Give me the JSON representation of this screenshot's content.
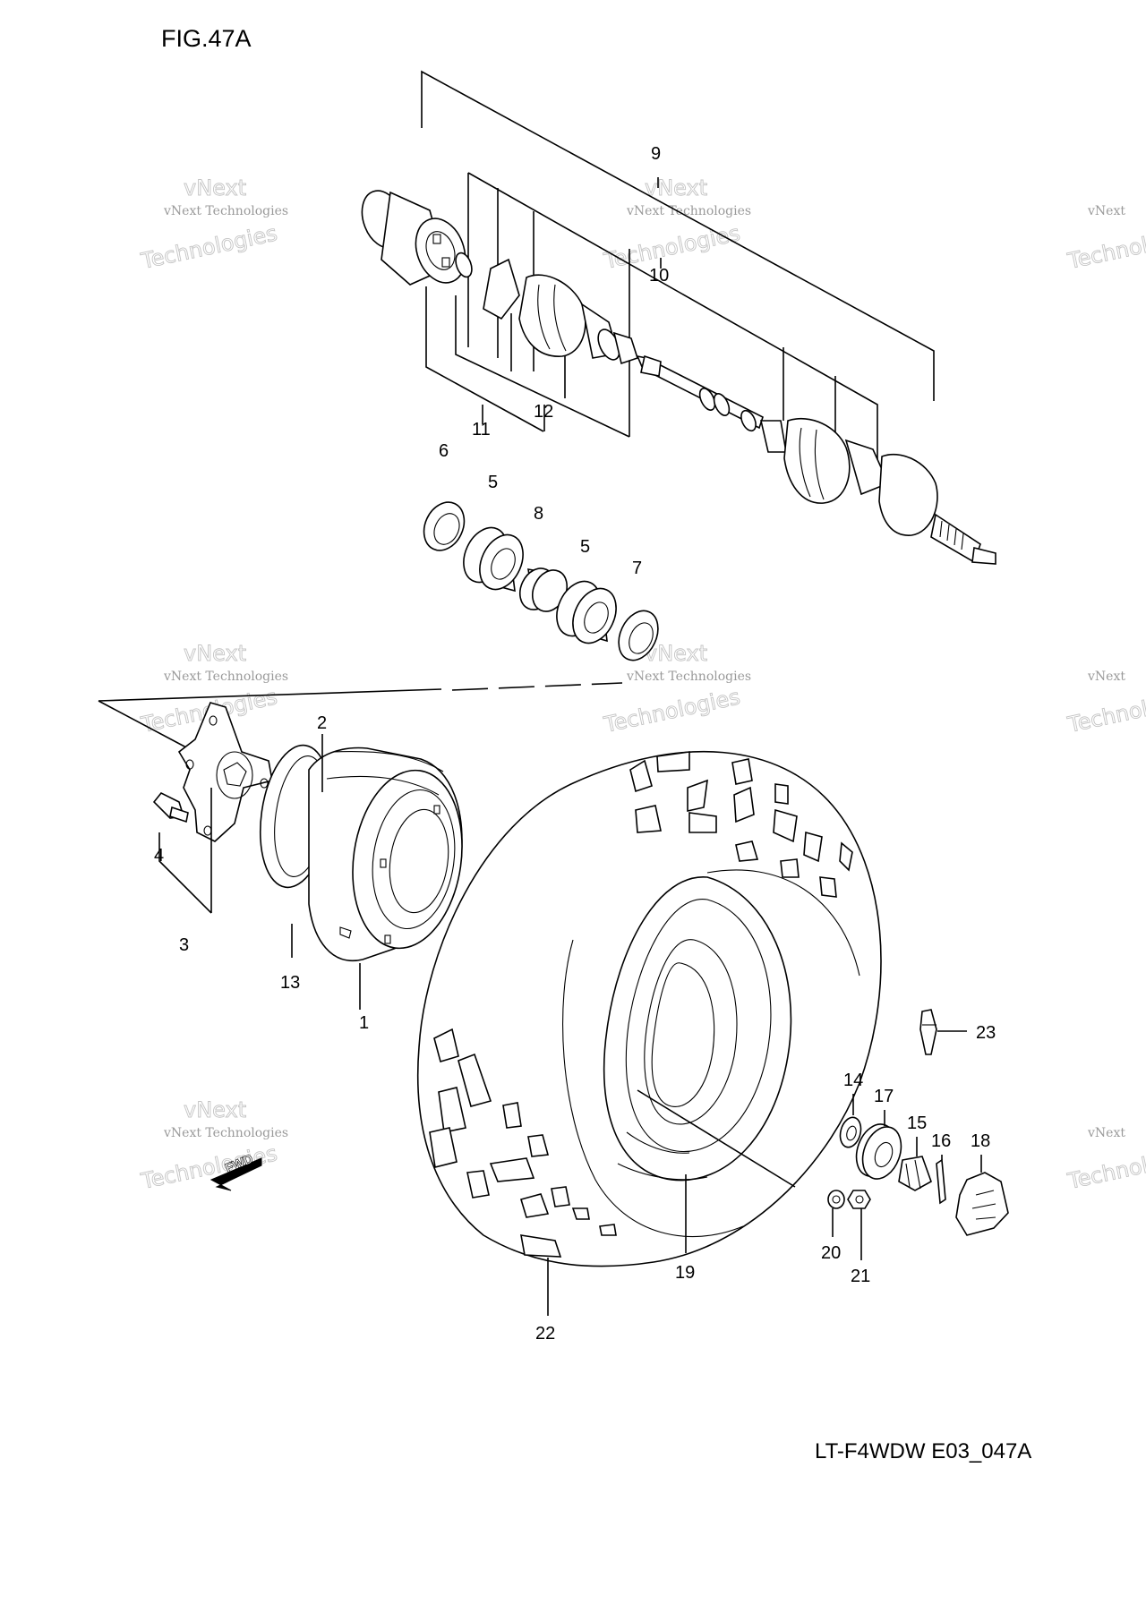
{
  "figure_title": "FIG.47A",
  "drawing_code": "LT-F4WDW E03_047A",
  "fwd_label": "FWD",
  "watermark": {
    "line1": "vNext Technologies",
    "line2": "Technologies",
    "prefix": "vNext"
  },
  "callouts": [
    "1",
    "2",
    "3",
    "4",
    "5",
    "5",
    "6",
    "7",
    "8",
    "9",
    "10",
    "11",
    "12",
    "13",
    "14",
    "15",
    "16",
    "17",
    "18",
    "19",
    "20",
    "21",
    "22",
    "23"
  ]
}
